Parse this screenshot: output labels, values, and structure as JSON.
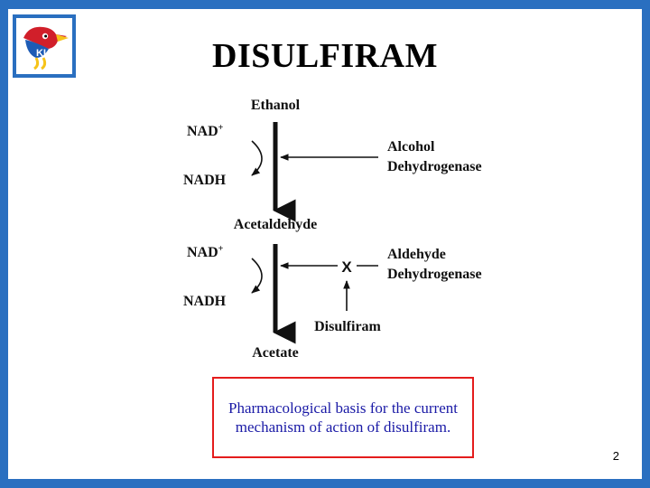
{
  "slide": {
    "title": "DISULFIRAM",
    "page_number": "2",
    "logo_text": "KU"
  },
  "diagram": {
    "compounds": [
      "Ethanol",
      "Acetaldehyde",
      "Acetate"
    ],
    "step1": {
      "cofactor_in": "NAD",
      "cofactor_in_sup": "+",
      "cofactor_out": "NADH",
      "enzyme_line1": "Alcohol",
      "enzyme_line2": "Dehydrogenase"
    },
    "step2": {
      "cofactor_in": "NAD",
      "cofactor_in_sup": "+",
      "cofactor_out": "NADH",
      "enzyme_line1": "Aldehyde",
      "enzyme_line2": "Dehydrogenase",
      "block_mark": "X",
      "inhibitor": "Disulfiram"
    }
  },
  "caption": "Pharmacological basis for the current mechanism of  action of disulfiram."
}
